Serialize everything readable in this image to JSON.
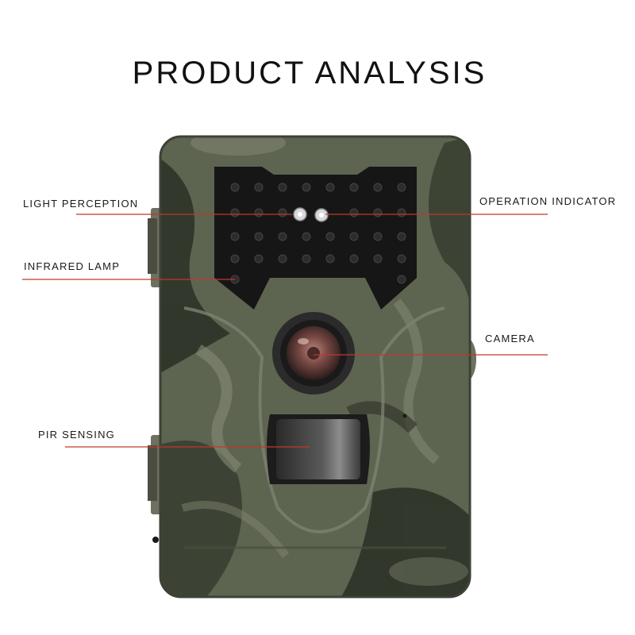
{
  "title": "PRODUCT ANALYSIS",
  "callouts": [
    {
      "id": "light-perception",
      "label": "LIGHT PERCEPTION"
    },
    {
      "id": "operation-indicator",
      "label": "OPERATION INDICATOR"
    },
    {
      "id": "infrared-lamp",
      "label": "INFRARED LAMP"
    },
    {
      "id": "camera",
      "label": "CAMERA"
    },
    {
      "id": "pir-sensing",
      "label": "PIR SENSING"
    }
  ],
  "colors": {
    "callout_line": "#c0392b",
    "camo_base": "#5d6450",
    "camo_dark": "#2e3327",
    "camo_light": "#8a8f7a",
    "panel": "#161616"
  }
}
